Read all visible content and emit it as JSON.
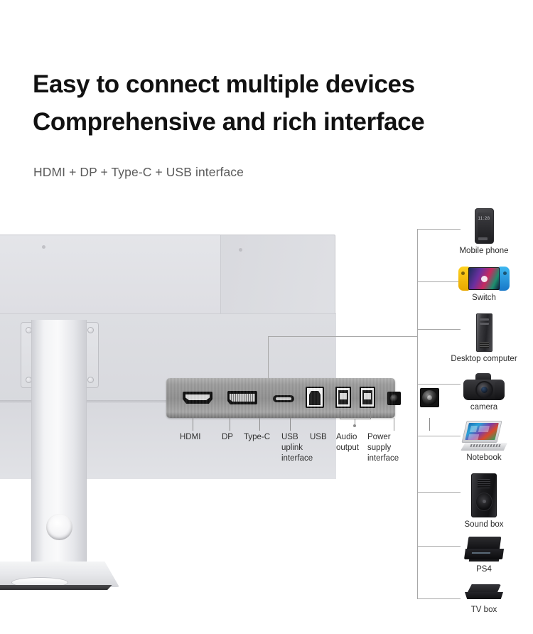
{
  "header": {
    "headline_line1": "Easy to connect multiple devices",
    "headline_line2": "Comprehensive and rich interface",
    "subhead": "HDMI + DP + Type-C + USB interface"
  },
  "product": {
    "name": "monitor-rear-view",
    "description": "Rear view of a computer monitor with stand showing its I/O port panel"
  },
  "ports": [
    {
      "id": "hdmi",
      "label": "HDMI",
      "icon": "hdmi-port-icon"
    },
    {
      "id": "dp",
      "label": "DP",
      "icon": "displayport-port-icon"
    },
    {
      "id": "typec",
      "label": "Type-C",
      "icon": "usb-type-c-port-icon"
    },
    {
      "id": "usb-uplink",
      "label": "USB\nuplink\ninterface",
      "icon": "usb-type-b-port-icon"
    },
    {
      "id": "usb",
      "label": "USB",
      "icon": "usb-type-a-port-icon"
    },
    {
      "id": "audio",
      "label": "Audio\noutput",
      "icon": "audio-jack-port-icon"
    },
    {
      "id": "power",
      "label": "Power\nsupply\ninterface",
      "icon": "dc-power-jack-icon"
    }
  ],
  "devices": [
    {
      "id": "mobile-phone",
      "label": "Mobile phone",
      "icon": "mobile-phone-icon"
    },
    {
      "id": "switch",
      "label": "Switch",
      "icon": "game-console-switch-icon"
    },
    {
      "id": "desktop-computer",
      "label": "Desktop computer",
      "icon": "desktop-tower-icon"
    },
    {
      "id": "camera",
      "label": "camera",
      "icon": "dslr-camera-icon"
    },
    {
      "id": "notebook",
      "label": "Notebook",
      "icon": "laptop-icon"
    },
    {
      "id": "sound-box",
      "label": "Sound box",
      "icon": "loudspeaker-icon"
    },
    {
      "id": "ps4",
      "label": "PS4",
      "icon": "playstation-console-icon"
    },
    {
      "id": "tv-box",
      "label": "TV box",
      "icon": "tv-box-icon"
    }
  ],
  "colors": {
    "background": "#ffffff",
    "headline": "#111111",
    "subhead": "#5b5b5b",
    "panel_gray": "#dcdde1",
    "port_panel_metal": "#9b9b9b",
    "connector_line": "#a8a8a8",
    "leader_line": "#8d8d8d",
    "switch_left_joycon": "#ffd21f",
    "switch_right_joycon": "#3fb8f0"
  }
}
